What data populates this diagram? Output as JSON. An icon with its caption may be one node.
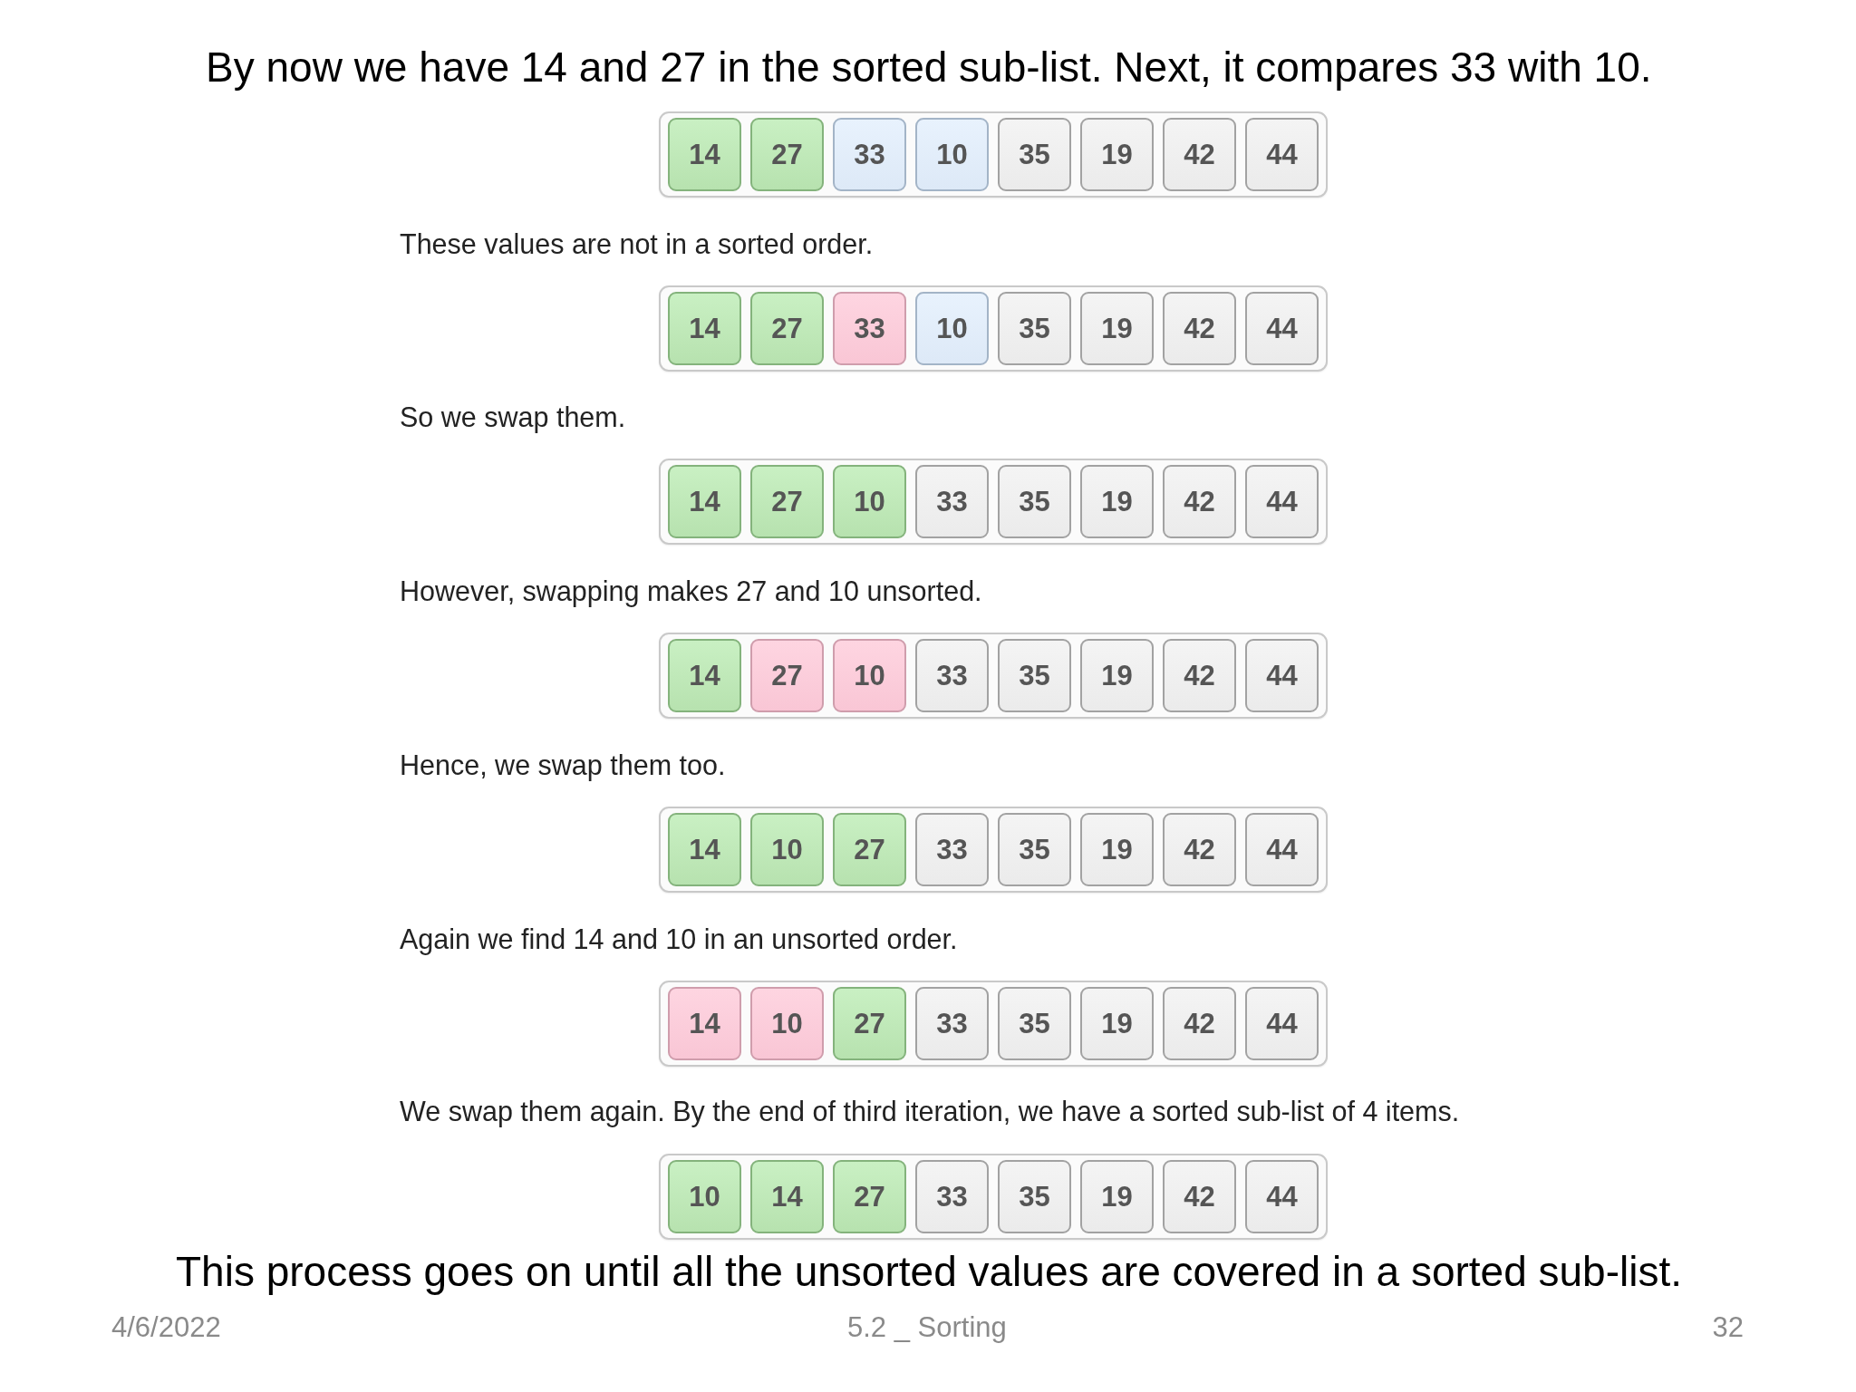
{
  "diagram": {
    "title": "By now we have 14 and 27 in the sorted sub-list. Next, it compares 33 with 10.",
    "caption": "This process goes on until all the unsorted values are covered in a sorted sub-list.",
    "nodes": [
      {
        "text": [],
        "shape": "box"
      },
      {
        "text": [
          "14"
        ],
        "in": 0
      },
      {
        "text": [
          "27"
        ],
        "in": 0
      },
      {
        "text": [
          "33"
        ],
        "in": 0
      },
      {
        "text": [
          "10"
        ],
        "in": 0
      },
      {
        "text": [
          "35"
        ],
        "in": 0
      },
      {
        "text": [
          "19"
        ],
        "in": 0
      },
      {
        "text": [
          "42"
        ],
        "in": 0
      },
      {
        "text": [
          "44"
        ],
        "in": 0
      },
      {
        "text": [],
        "shape": "box"
      },
      {
        "text": [
          "14"
        ],
        "in": 9
      },
      {
        "text": [
          "27"
        ],
        "in": 9
      },
      {
        "text": [
          "33"
        ],
        "in": 9
      },
      {
        "text": [
          "10"
        ],
        "in": 9
      },
      {
        "text": [
          "35"
        ],
        "in": 9
      },
      {
        "text": [
          "19"
        ],
        "in": 9
      },
      {
        "text": [
          "42"
        ],
        "in": 9
      },
      {
        "text": [
          "44"
        ],
        "in": 9
      },
      {
        "text": [],
        "shape": "box"
      },
      {
        "text": [
          "14"
        ],
        "in": 18
      },
      {
        "text": [
          "27"
        ],
        "in": 18
      },
      {
        "text": [
          "10"
        ],
        "in": 18
      },
      {
        "text": [
          "33"
        ],
        "in": 18
      },
      {
        "text": [
          "35"
        ],
        "in": 18
      },
      {
        "text": [
          "19"
        ],
        "in": 18
      },
      {
        "text": [
          "42"
        ],
        "in": 18
      },
      {
        "text": [
          "44"
        ],
        "in": 18
      },
      {
        "text": [],
        "shape": "box"
      },
      {
        "text": [
          "14"
        ],
        "in": 27
      },
      {
        "text": [
          "27"
        ],
        "in": 27
      },
      {
        "text": [
          "10"
        ],
        "in": 27
      },
      {
        "text": [
          "33"
        ],
        "in": 27
      },
      {
        "text": [
          "35"
        ],
        "in": 27
      },
      {
        "text": [
          "19"
        ],
        "in": 27
      },
      {
        "text": [
          "42"
        ],
        "in": 27
      },
      {
        "text": [
          "44"
        ],
        "in": 27
      },
      {
        "text": [],
        "shape": "box"
      },
      {
        "text": [
          "14"
        ],
        "in": 36
      },
      {
        "text": [
          "10"
        ],
        "in": 36
      },
      {
        "text": [
          "27"
        ],
        "in": 36
      },
      {
        "text": [
          "33"
        ],
        "in": 36
      },
      {
        "text": [
          "35"
        ],
        "in": 36
      },
      {
        "text": [
          "19"
        ],
        "in": 36
      },
      {
        "text": [
          "42"
        ],
        "in": 36
      },
      {
        "text": [
          "44"
        ],
        "in": 36
      },
      {
        "text": [],
        "shape": "box"
      },
      {
        "text": [
          "14"
        ],
        "in": 45
      },
      {
        "text": [
          "10"
        ],
        "in": 45
      },
      {
        "text": [
          "27"
        ],
        "in": 45
      },
      {
        "text": [
          "33"
        ],
        "in": 45
      },
      {
        "text": [
          "35"
        ],
        "in": 45
      },
      {
        "text": [
          "19"
        ],
        "in": 45
      },
      {
        "text": [
          "42"
        ],
        "in": 45
      },
      {
        "text": [
          "44"
        ],
        "in": 45
      },
      {
        "text": [],
        "shape": "box"
      },
      {
        "text": [
          "10"
        ],
        "in": 54
      },
      {
        "text": [
          "14"
        ],
        "in": 54
      },
      {
        "text": [
          "27"
        ],
        "in": 54
      },
      {
        "text": [
          "33"
        ],
        "in": 54
      },
      {
        "text": [
          "35"
        ],
        "in": 54
      },
      {
        "text": [
          "19"
        ],
        "in": 54
      },
      {
        "text": [
          "42"
        ],
        "in": 54
      },
      {
        "text": [
          "44"
        ],
        "in": 54
      }
    ],
    "edges": [],
    "labels": [
      "These values are not in a sorted order.",
      "So we swap them.",
      "However, swapping makes 27 and 10 unsorted.",
      "Hence, we swap them too.",
      "Again we find 14 and 10 in an unsorted order.",
      "We swap them again. By the end of third iteration, we have a sorted sub-list of 4 items.",
      "4/6/2022",
      "5.2 _ Sorting",
      "32"
    ]
  }
}
